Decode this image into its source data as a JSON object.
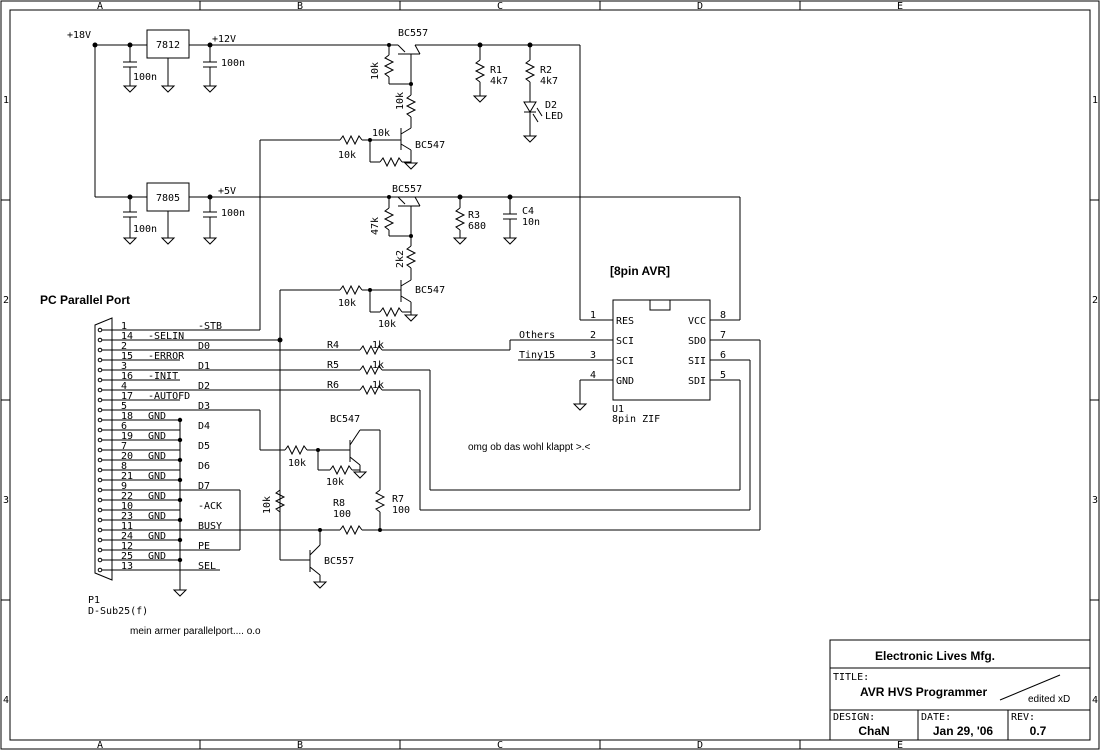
{
  "border": {
    "cols": [
      "A",
      "B",
      "C",
      "D",
      "E"
    ],
    "rows": [
      "1",
      "2",
      "3",
      "4"
    ]
  },
  "power": {
    "v18": "+18V",
    "v12": "+12V",
    "v5": "+5V",
    "reg1": "7812",
    "reg2": "7805",
    "cap": "100n"
  },
  "transistors": {
    "q_top": "BC557",
    "q_mid": "BC557",
    "q_bot": "BC557",
    "q_drv1": "BC547",
    "q_drv2": "BC547",
    "q_drv3": "BC547"
  },
  "parts": {
    "r1": "R1",
    "r1v": "4k7",
    "r2": "R2",
    "r2v": "4k7",
    "d2": "D2",
    "d2v": "LED",
    "r3": "R3",
    "r3v": "680",
    "c4": "C4",
    "c4v": "10n",
    "r4": "R4",
    "r5": "R5",
    "r6": "R6",
    "r1k": "1k",
    "r7": "R7",
    "r8": "R8",
    "r100": "100",
    "r10k": "10k",
    "r47k": "47k",
    "r2k2": "2k2"
  },
  "avr": {
    "title": "[8pin AVR]",
    "ref": "U1",
    "desc": "8pin ZIF",
    "left_pins": [
      {
        "num": "1",
        "name": "RES"
      },
      {
        "num": "2",
        "name": "SCI"
      },
      {
        "num": "3",
        "name": "SCI"
      },
      {
        "num": "4",
        "name": "GND"
      }
    ],
    "right_pins": [
      {
        "num": "8",
        "name": "VCC"
      },
      {
        "num": "7",
        "name": "SDO"
      },
      {
        "num": "6",
        "name": "SII"
      },
      {
        "num": "5",
        "name": "SDI"
      }
    ],
    "others": "Others",
    "tiny": "Tiny15"
  },
  "port": {
    "title": "PC Parallel Port",
    "ref": "P1",
    "type": "D-Sub25(f)",
    "pins": [
      {
        "num": "1",
        "sig": "-STB"
      },
      {
        "num": "14",
        "sig": "-SELIN"
      },
      {
        "num": "2",
        "sig": "D0"
      },
      {
        "num": "15",
        "sig": "-ERROR"
      },
      {
        "num": "3",
        "sig": "D1"
      },
      {
        "num": "16",
        "sig": "-INIT"
      },
      {
        "num": "4",
        "sig": "D2"
      },
      {
        "num": "17",
        "sig": "-AUTOFD"
      },
      {
        "num": "5",
        "sig": "D3"
      },
      {
        "num": "18",
        "sig": "GND"
      },
      {
        "num": "6",
        "sig": "D4"
      },
      {
        "num": "19",
        "sig": "GND"
      },
      {
        "num": "7",
        "sig": "D5"
      },
      {
        "num": "20",
        "sig": "GND"
      },
      {
        "num": "8",
        "sig": "D6"
      },
      {
        "num": "21",
        "sig": "GND"
      },
      {
        "num": "9",
        "sig": "D7"
      },
      {
        "num": "22",
        "sig": "GND"
      },
      {
        "num": "10",
        "sig": "-ACK"
      },
      {
        "num": "23",
        "sig": "GND"
      },
      {
        "num": "11",
        "sig": "BUSY"
      },
      {
        "num": "24",
        "sig": "GND"
      },
      {
        "num": "12",
        "sig": "PE"
      },
      {
        "num": "25",
        "sig": "GND"
      },
      {
        "num": "13",
        "sig": "SEL"
      }
    ]
  },
  "notes": {
    "n1": "omg ob das wohl klappt >.<",
    "n2": "mein armer parallelport.... o.o"
  },
  "titleblock": {
    "company": "Electronic Lives Mfg.",
    "title_label": "TITLE:",
    "title": "AVR HVS Programmer",
    "edit": "edited xD",
    "design_label": "DESIGN:",
    "design": "ChaN",
    "date_label": "DATE:",
    "date": "Jan 29, '06",
    "rev_label": "REV:",
    "rev": "0.7"
  }
}
